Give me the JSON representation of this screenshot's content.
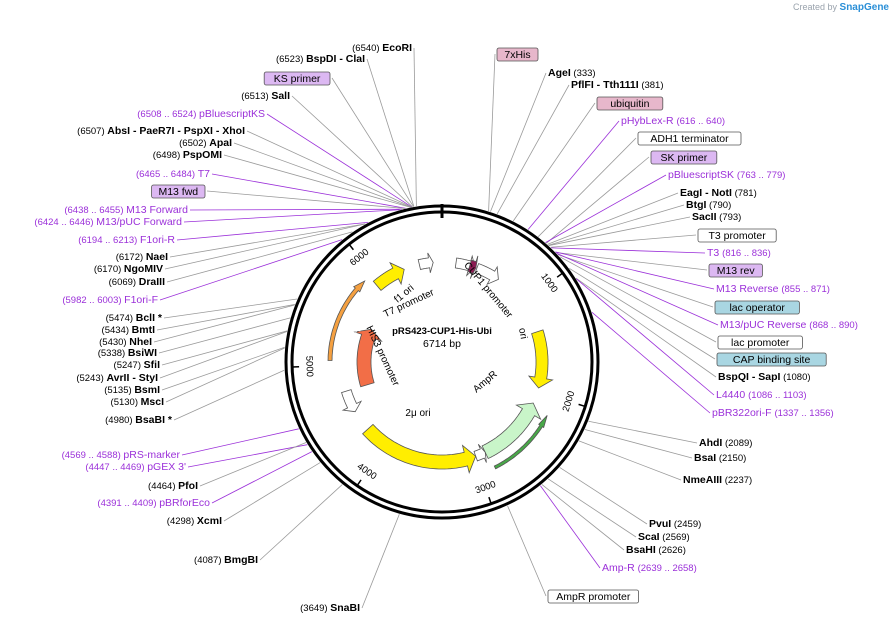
{
  "brand": {
    "prefix": "Created by",
    "name": "SnapGene"
  },
  "plasmid": {
    "name": "pRS423-CUP1-His-Ubi",
    "length": "6714 bp"
  },
  "ticks": [
    "1000",
    "2000",
    "3000",
    "4000",
    "5000",
    "6000"
  ],
  "features": [
    {
      "name": "HIS3",
      "type": "gene",
      "color": "#f26e47"
    },
    {
      "name": "2μ ori",
      "type": "rep_origin",
      "color": "#ffee00"
    },
    {
      "name": "AmpR",
      "type": "gene",
      "color": "#c9f5c9"
    },
    {
      "name": "ori",
      "type": "rep_origin",
      "color": "#ffee00"
    },
    {
      "name": "f1 ori",
      "type": "rep_origin",
      "color": "#ffee00"
    },
    {
      "name": "T7 promoter",
      "type": "promoter",
      "color": "#ffffff"
    },
    {
      "name": "CUP1 promoter",
      "type": "promoter",
      "color": "#ffffff"
    },
    {
      "name": "HIS3 promoter",
      "type": "promoter",
      "color": "#ffffff"
    },
    {
      "name": "AmpR promoter",
      "type": "promoter",
      "color": "#ffffff"
    }
  ],
  "left_labels": [
    {
      "pos": "(6540)",
      "name": "EcoRI"
    },
    {
      "pos": "(6523)",
      "name": "BspDI",
      "extra": "- ClaI"
    },
    {
      "box": "KS primer"
    },
    {
      "pos": "(6513)",
      "name": "SalI"
    },
    {
      "ppos": "(6508 .. 6524)",
      "pname": "pBluescriptKS"
    },
    {
      "pos": "(6507)",
      "name": "AbsI",
      "extra": "- PaeR7I  - PspXI  - XhoI"
    },
    {
      "pos": "(6502)",
      "name": "ApaI"
    },
    {
      "pos": "(6498)",
      "name": "PspOMI"
    },
    {
      "ppos": "(6465 .. 6484)",
      "pname": "T7"
    },
    {
      "box": "M13 fwd"
    },
    {
      "ppos": "(6438 .. 6455)",
      "pname": "M13 Forward"
    },
    {
      "ppos": "(6424 .. 6446)",
      "pname": "M13/pUC Forward"
    },
    {
      "ppos": "(6194 .. 6213)",
      "pname": "F1ori-R"
    },
    {
      "pos": "(6172)",
      "name": "NaeI"
    },
    {
      "pos": "(6170)",
      "name": "NgoMIV"
    },
    {
      "pos": "(6069)",
      "name": "DraIII"
    },
    {
      "ppos": "(5982 .. 6003)",
      "pname": "F1ori-F"
    },
    {
      "pos": "(5474)",
      "name": "BclI *"
    },
    {
      "pos": "(5434)",
      "name": "BmtI"
    },
    {
      "pos": "(5430)",
      "name": "NheI"
    },
    {
      "pos": "(5338)",
      "name": "BsiWI"
    },
    {
      "pos": "(5247)",
      "name": "SfiI"
    },
    {
      "pos": "(5243)",
      "name": "AvrII",
      "extra": "- StyI"
    },
    {
      "pos": "(5135)",
      "name": "BsmI"
    },
    {
      "pos": "(5130)",
      "name": "MscI"
    },
    {
      "pos": "(4980)",
      "name": "BsaBI *"
    },
    {
      "ppos": "(4569 .. 4588)",
      "pname": "pRS-marker"
    },
    {
      "ppos": "(4447 .. 4469)",
      "pname": "pGEX 3'"
    },
    {
      "pos": "(4464)",
      "name": "PfoI"
    },
    {
      "ppos": "(4391 .. 4409)",
      "pname": "pBRforEco"
    },
    {
      "pos": "(4298)",
      "name": "XcmI"
    },
    {
      "pos": "(4087)",
      "name": "BmgBI"
    },
    {
      "pos": "(3649)",
      "name": "SnaBI"
    }
  ],
  "right_labels": [
    {
      "box": "7xHis"
    },
    {
      "pos": "(333)",
      "name": "AgeI"
    },
    {
      "pos": "(381)",
      "name": "PflFI",
      "extra": "- Tth111I"
    },
    {
      "box": "ubiquitin"
    },
    {
      "ppos": "(616 .. 640)",
      "pname": "pHybLex-R"
    },
    {
      "box": "ADH1 terminator"
    },
    {
      "box": "SK primer"
    },
    {
      "ppos": "(763 .. 779)",
      "pname": "pBluescriptSK"
    },
    {
      "pos": "(781)",
      "name": "EagI",
      "extra": "- NotI"
    },
    {
      "pos": "(790)",
      "name": "BtgI"
    },
    {
      "pos": "(793)",
      "name": "SacII"
    },
    {
      "box": "T3 promoter"
    },
    {
      "ppos": "(816 .. 836)",
      "pname": "T3"
    },
    {
      "box": "M13 rev"
    },
    {
      "ppos": "(855 .. 871)",
      "pname": "M13 Reverse"
    },
    {
      "box": "lac operator"
    },
    {
      "ppos": "(868 .. 890)",
      "pname": "M13/pUC Reverse"
    },
    {
      "box": "lac promoter"
    },
    {
      "box": "CAP binding site"
    },
    {
      "pos": "(1080)",
      "name": "BspQI",
      "extra": "- SapI"
    },
    {
      "ppos": "(1086 .. 1103)",
      "pname": "L4440"
    },
    {
      "ppos": "(1337 .. 1356)",
      "pname": "pBR322ori-F"
    },
    {
      "pos": "(2089)",
      "name": "AhdI"
    },
    {
      "pos": "(2150)",
      "name": "BsaI"
    },
    {
      "pos": "(2237)",
      "name": "NmeAIII"
    },
    {
      "pos": "(2459)",
      "name": "PvuI"
    },
    {
      "pos": "(2569)",
      "name": "ScaI"
    },
    {
      "pos": "(2626)",
      "name": "BsaHI"
    },
    {
      "ppos": "(2639 .. 2658)",
      "pname": "Amp-R"
    },
    {
      "box": "AmpR promoter"
    }
  ]
}
